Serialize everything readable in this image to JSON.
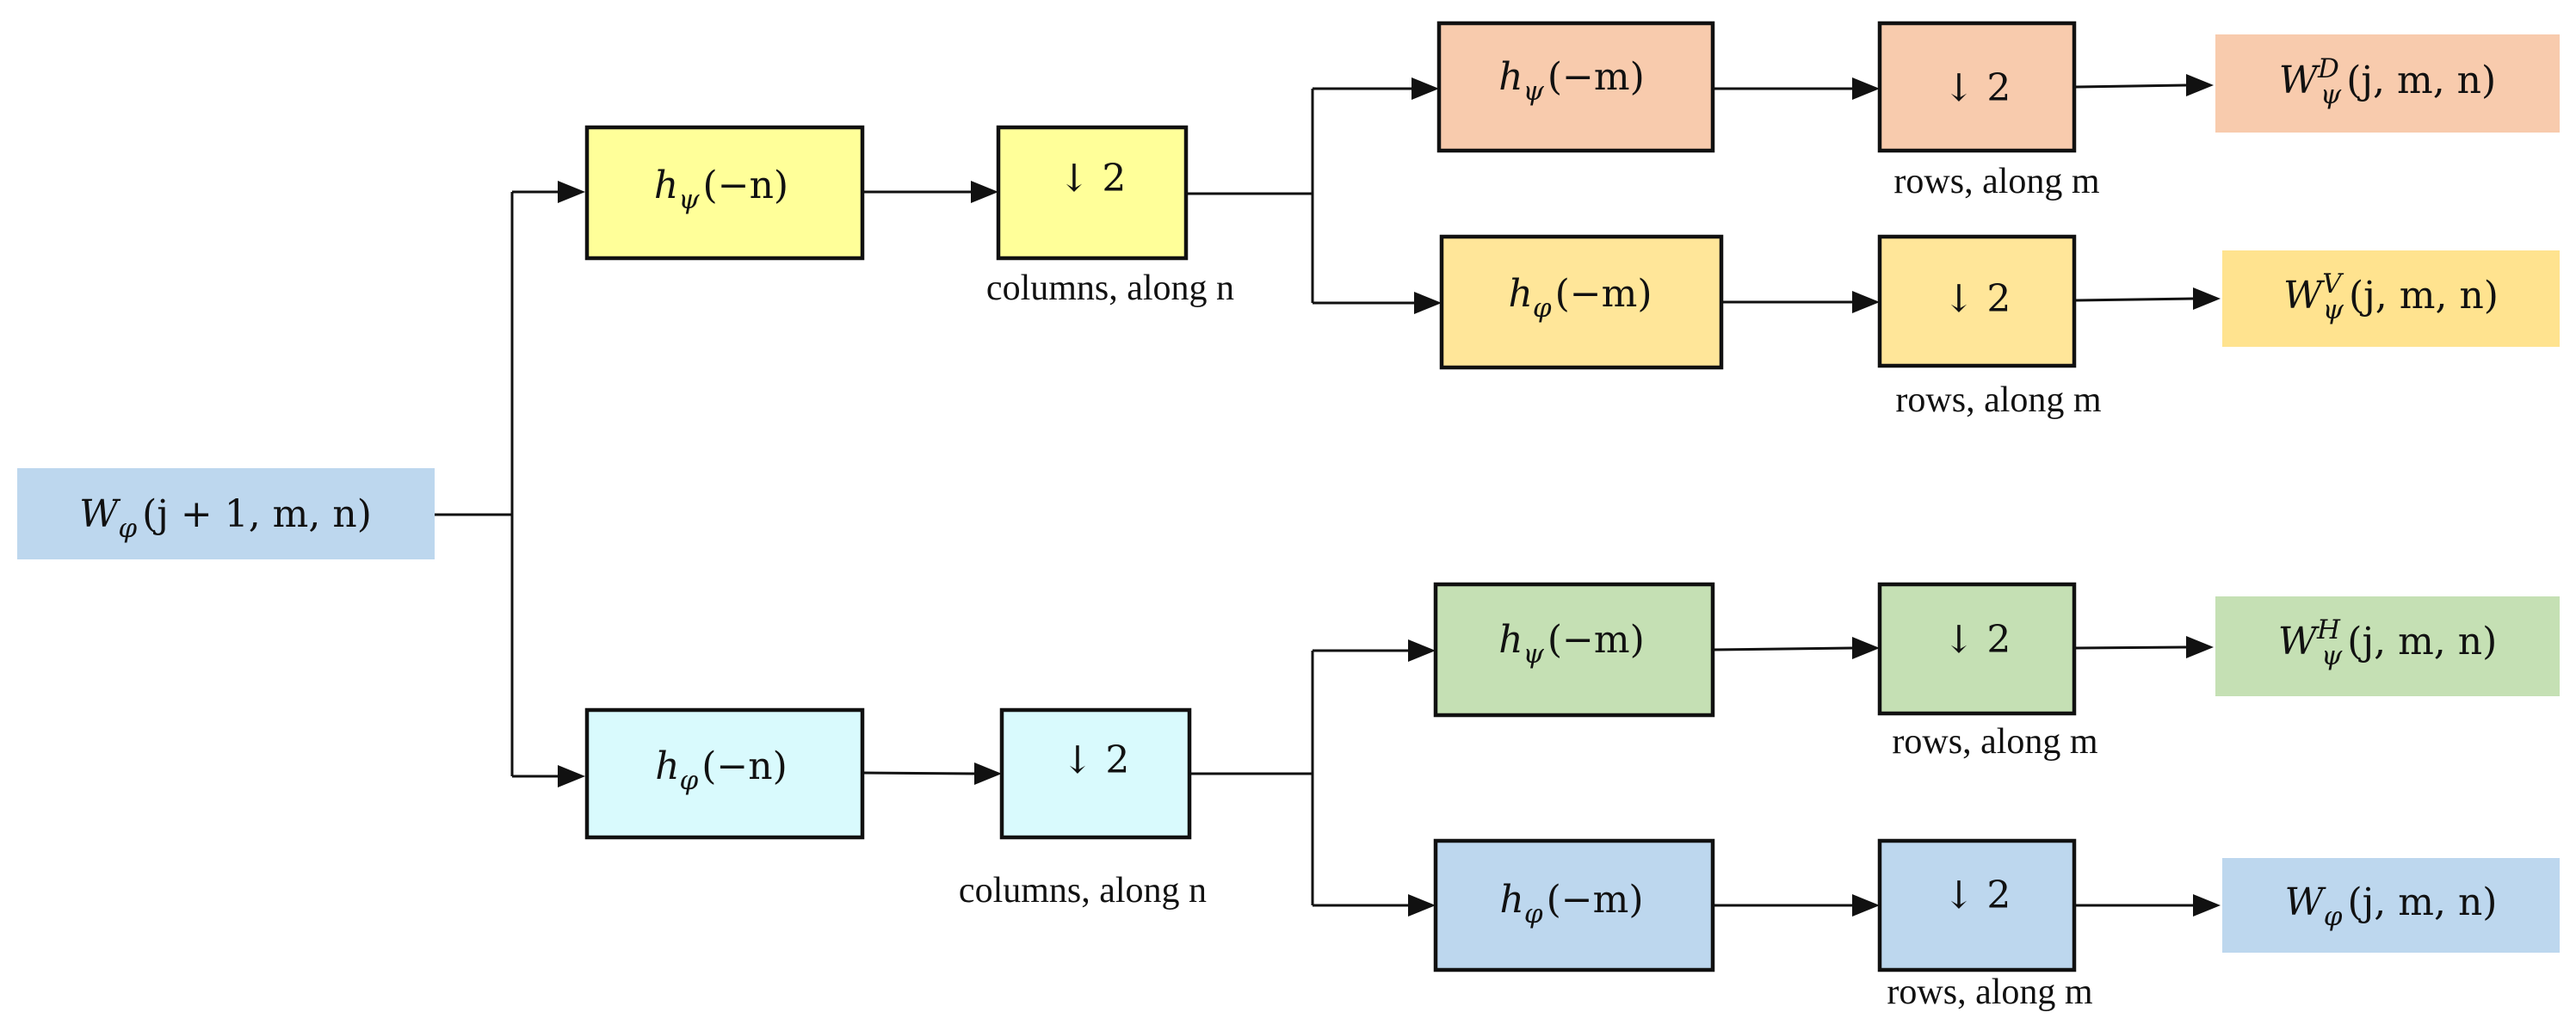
{
  "colors": {
    "input": "#bdd7ee",
    "yellow": "#ffff99",
    "cyan": "#d9fafd",
    "salmon": "#f8cbad",
    "gold": "#ffe699",
    "green": "#c5e0b4",
    "blue": "#bdd7ee",
    "out_gold": "#ffe38f",
    "line": "#111111"
  },
  "input": {
    "main": "W",
    "sub": "φ",
    "args": "(j + 1, m, n)"
  },
  "stage1": {
    "top_filter": {
      "main": "h",
      "sub": "ψ",
      "args": "(−n)"
    },
    "bottom_filter": {
      "main": "h",
      "sub": "φ",
      "args": "(−n)"
    },
    "top_down": "↓ 2",
    "bottom_down": "↓ 2",
    "top_caption": "columns, along n",
    "bottom_caption": "columns,  along n"
  },
  "stage2": {
    "f1": {
      "main": "h",
      "sub": "ψ",
      "args": "(−m)"
    },
    "f2": {
      "main": "h",
      "sub": "φ",
      "args": "(−m)"
    },
    "f3": {
      "main": "h",
      "sub": "ψ",
      "args": "(−m)"
    },
    "f4": {
      "main": "h",
      "sub": "φ",
      "args": "(−m)"
    },
    "d1": "↓ 2",
    "d2": "↓ 2",
    "d3": "↓ 2",
    "d4": "↓ 2",
    "c1": "rows,  along m",
    "c2": "rows,  along m",
    "c3": "rows,  along m",
    "c4": "rows,  along m"
  },
  "outputs": {
    "o1": {
      "main": "W",
      "sub": "ψ",
      "sup": "D",
      "args": "(j, m, n)"
    },
    "o2": {
      "main": "W",
      "sub": "ψ",
      "sup": "V",
      "args": "(j, m, n)"
    },
    "o3": {
      "main": "W",
      "sub": "ψ",
      "sup": "H",
      "args": "(j, m, n)"
    },
    "o4": {
      "main": "W",
      "sub": "φ",
      "args": "(j, m, n)"
    }
  }
}
